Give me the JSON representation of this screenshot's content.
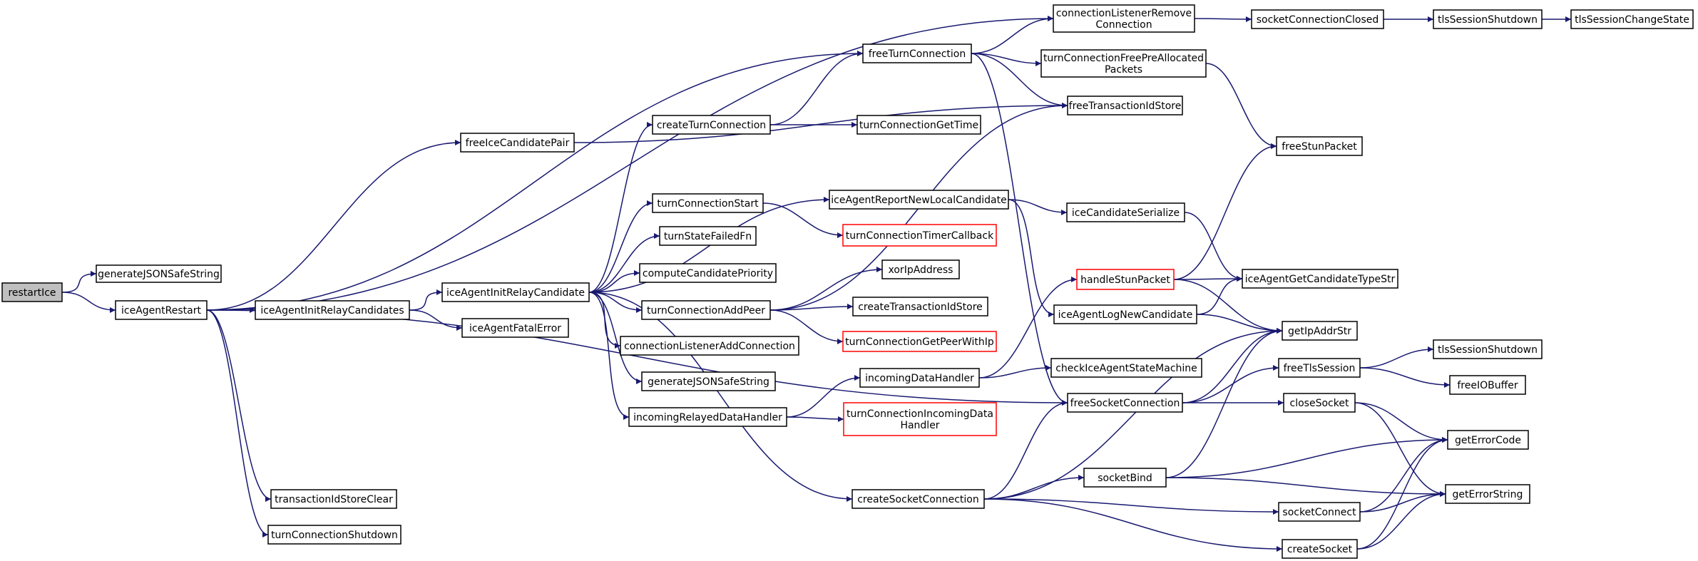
{
  "diagram": {
    "type": "call-graph",
    "edge_color": "#191970",
    "highlight_color": "#ff0000",
    "root_fill": "#bfbfbf",
    "nodes": [
      {
        "id": "restartIce",
        "lines": [
          "restartIce"
        ],
        "style": "root"
      },
      {
        "id": "generateJSONSafeString1",
        "lines": [
          "generateJSONSafeString"
        ],
        "style": "normal"
      },
      {
        "id": "iceAgentRestart",
        "lines": [
          "iceAgentRestart"
        ],
        "style": "normal"
      },
      {
        "id": "iceAgentInitRelayCandidates",
        "lines": [
          "iceAgentInitRelayCandidates"
        ],
        "style": "normal"
      },
      {
        "id": "freeIceCandidatePair",
        "lines": [
          "freeIceCandidatePair"
        ],
        "style": "normal"
      },
      {
        "id": "iceAgentInitRelayCandidate",
        "lines": [
          "iceAgentInitRelayCandidate"
        ],
        "style": "normal"
      },
      {
        "id": "iceAgentFatalError",
        "lines": [
          "iceAgentFatalError"
        ],
        "style": "normal"
      },
      {
        "id": "transactionIdStoreClear",
        "lines": [
          "transactionIdStoreClear"
        ],
        "style": "normal"
      },
      {
        "id": "turnConnectionShutdown",
        "lines": [
          "turnConnectionShutdown"
        ],
        "style": "normal"
      },
      {
        "id": "createTurnConnection",
        "lines": [
          "createTurnConnection"
        ],
        "style": "normal"
      },
      {
        "id": "turnConnectionStart",
        "lines": [
          "turnConnectionStart"
        ],
        "style": "normal"
      },
      {
        "id": "turnStateFailedFn",
        "lines": [
          "turnStateFailedFn"
        ],
        "style": "normal"
      },
      {
        "id": "computeCandidatePriority",
        "lines": [
          "computeCandidatePriority"
        ],
        "style": "normal"
      },
      {
        "id": "turnConnectionAddPeer",
        "lines": [
          "turnConnectionAddPeer"
        ],
        "style": "normal"
      },
      {
        "id": "connectionListenerAddConnection",
        "lines": [
          "connectionListenerAddConnection"
        ],
        "style": "normal"
      },
      {
        "id": "generateJSONSafeString2",
        "lines": [
          "generateJSONSafeString"
        ],
        "style": "normal"
      },
      {
        "id": "incomingRelayedDataHandler",
        "lines": [
          "incomingRelayedDataHandler"
        ],
        "style": "normal"
      },
      {
        "id": "freeTurnConnection",
        "lines": [
          "freeTurnConnection"
        ],
        "style": "normal"
      },
      {
        "id": "turnConnectionGetTime",
        "lines": [
          "turnConnectionGetTime"
        ],
        "style": "normal"
      },
      {
        "id": "iceAgentReportNewLocalCandidate",
        "lines": [
          "iceAgentReportNewLocalCandidate"
        ],
        "style": "normal"
      },
      {
        "id": "turnConnectionTimerCallback",
        "lines": [
          "turnConnectionTimerCallback"
        ],
        "style": "red"
      },
      {
        "id": "xorIpAddress",
        "lines": [
          "xorIpAddress"
        ],
        "style": "normal"
      },
      {
        "id": "createTransactionIdStore",
        "lines": [
          "createTransactionIdStore"
        ],
        "style": "normal"
      },
      {
        "id": "turnConnectionGetPeerWithIp",
        "lines": [
          "turnConnectionGetPeerWithIp"
        ],
        "style": "red"
      },
      {
        "id": "incomingDataHandler",
        "lines": [
          "incomingDataHandler"
        ],
        "style": "normal"
      },
      {
        "id": "turnConnectionIncomingDataHandler",
        "lines": [
          "turnConnectionIncomingData",
          "Handler"
        ],
        "style": "red"
      },
      {
        "id": "createSocketConnection",
        "lines": [
          "createSocketConnection"
        ],
        "style": "normal"
      },
      {
        "id": "connectionListenerRemoveConnection",
        "lines": [
          "connectionListenerRemove",
          "Connection"
        ],
        "style": "normal"
      },
      {
        "id": "turnConnectionFreePreAllocatedPackets",
        "lines": [
          "turnConnectionFreePreAllocated",
          "Packets"
        ],
        "style": "normal"
      },
      {
        "id": "freeTransactionIdStore",
        "lines": [
          "freeTransactionIdStore"
        ],
        "style": "normal"
      },
      {
        "id": "iceCandidateSerialize",
        "lines": [
          "iceCandidateSerialize"
        ],
        "style": "normal"
      },
      {
        "id": "handleStunPacket",
        "lines": [
          "handleStunPacket"
        ],
        "style": "red"
      },
      {
        "id": "iceAgentLogNewCandidate",
        "lines": [
          "iceAgentLogNewCandidate"
        ],
        "style": "normal"
      },
      {
        "id": "checkIceAgentStateMachine",
        "lines": [
          "checkIceAgentStateMachine"
        ],
        "style": "normal"
      },
      {
        "id": "freeSocketConnection",
        "lines": [
          "freeSocketConnection"
        ],
        "style": "normal"
      },
      {
        "id": "socketBind",
        "lines": [
          "socketBind"
        ],
        "style": "normal"
      },
      {
        "id": "socketConnectionClosed",
        "lines": [
          "socketConnectionClosed"
        ],
        "style": "normal"
      },
      {
        "id": "freeStunPacket",
        "lines": [
          "freeStunPacket"
        ],
        "style": "normal"
      },
      {
        "id": "iceAgentGetCandidateTypeStr",
        "lines": [
          "iceAgentGetCandidateTypeStr"
        ],
        "style": "normal"
      },
      {
        "id": "getIpAddrStr",
        "lines": [
          "getIpAddrStr"
        ],
        "style": "normal"
      },
      {
        "id": "freeTlsSession",
        "lines": [
          "freeTlsSession"
        ],
        "style": "normal"
      },
      {
        "id": "closeSocket",
        "lines": [
          "closeSocket"
        ],
        "style": "normal"
      },
      {
        "id": "socketConnect",
        "lines": [
          "socketConnect"
        ],
        "style": "normal"
      },
      {
        "id": "createSocket",
        "lines": [
          "createSocket"
        ],
        "style": "normal"
      },
      {
        "id": "tlsSessionShutdown1",
        "lines": [
          "tlsSessionShutdown"
        ],
        "style": "normal"
      },
      {
        "id": "tlsSessionShutdown2",
        "lines": [
          "tlsSessionShutdown"
        ],
        "style": "normal"
      },
      {
        "id": "freeIOBuffer",
        "lines": [
          "freeIOBuffer"
        ],
        "style": "normal"
      },
      {
        "id": "getErrorCode",
        "lines": [
          "getErrorCode"
        ],
        "style": "normal"
      },
      {
        "id": "getErrorString",
        "lines": [
          "getErrorString"
        ],
        "style": "normal"
      },
      {
        "id": "tlsSessionChangeState",
        "lines": [
          "tlsSessionChangeState"
        ],
        "style": "normal"
      }
    ],
    "edges": [
      [
        "restartIce",
        "generateJSONSafeString1"
      ],
      [
        "restartIce",
        "iceAgentRestart"
      ],
      [
        "iceAgentRestart",
        "connectionListenerRemoveConnection"
      ],
      [
        "iceAgentRestart",
        "freeTurnConnection"
      ],
      [
        "iceAgentRestart",
        "freeIceCandidatePair"
      ],
      [
        "iceAgentRestart",
        "iceAgentInitRelayCandidates"
      ],
      [
        "iceAgentRestart",
        "freeSocketConnection"
      ],
      [
        "iceAgentRestart",
        "transactionIdStoreClear"
      ],
      [
        "iceAgentRestart",
        "turnConnectionShutdown"
      ],
      [
        "iceAgentInitRelayCandidates",
        "iceAgentInitRelayCandidate"
      ],
      [
        "iceAgentInitRelayCandidates",
        "iceAgentFatalError"
      ],
      [
        "freeIceCandidatePair",
        "freeTransactionIdStore"
      ],
      [
        "iceAgentInitRelayCandidate",
        "createTurnConnection"
      ],
      [
        "iceAgentInitRelayCandidate",
        "iceAgentReportNewLocalCandidate"
      ],
      [
        "iceAgentInitRelayCandidate",
        "turnConnectionStart"
      ],
      [
        "iceAgentInitRelayCandidate",
        "turnStateFailedFn"
      ],
      [
        "iceAgentInitRelayCandidate",
        "computeCandidatePriority"
      ],
      [
        "iceAgentInitRelayCandidate",
        "turnConnectionAddPeer"
      ],
      [
        "iceAgentInitRelayCandidate",
        "connectionListenerAddConnection"
      ],
      [
        "iceAgentInitRelayCandidate",
        "generateJSONSafeString2"
      ],
      [
        "iceAgentInitRelayCandidate",
        "incomingRelayedDataHandler"
      ],
      [
        "iceAgentInitRelayCandidate",
        "createSocketConnection"
      ],
      [
        "createTurnConnection",
        "freeTurnConnection"
      ],
      [
        "createTurnConnection",
        "turnConnectionGetTime"
      ],
      [
        "turnConnectionStart",
        "turnConnectionTimerCallback"
      ],
      [
        "turnConnectionAddPeer",
        "xorIpAddress"
      ],
      [
        "turnConnectionAddPeer",
        "createTransactionIdStore"
      ],
      [
        "turnConnectionAddPeer",
        "turnConnectionGetPeerWithIp"
      ],
      [
        "turnConnectionAddPeer",
        "freeTransactionIdStore"
      ],
      [
        "incomingRelayedDataHandler",
        "incomingDataHandler"
      ],
      [
        "incomingRelayedDataHandler",
        "turnConnectionIncomingDataHandler"
      ],
      [
        "freeTurnConnection",
        "connectionListenerRemoveConnection"
      ],
      [
        "freeTurnConnection",
        "turnConnectionFreePreAllocatedPackets"
      ],
      [
        "freeTurnConnection",
        "freeTransactionIdStore"
      ],
      [
        "freeTurnConnection",
        "freeSocketConnection"
      ],
      [
        "iceAgentReportNewLocalCandidate",
        "iceCandidateSerialize"
      ],
      [
        "iceAgentReportNewLocalCandidate",
        "iceAgentLogNewCandidate"
      ],
      [
        "incomingDataHandler",
        "handleStunPacket"
      ],
      [
        "incomingDataHandler",
        "checkIceAgentStateMachine"
      ],
      [
        "createSocketConnection",
        "freeSocketConnection"
      ],
      [
        "createSocketConnection",
        "getIpAddrStr"
      ],
      [
        "createSocketConnection",
        "socketBind"
      ],
      [
        "createSocketConnection",
        "socketConnect"
      ],
      [
        "createSocketConnection",
        "createSocket"
      ],
      [
        "connectionListenerRemoveConnection",
        "socketConnectionClosed"
      ],
      [
        "socketConnectionClosed",
        "tlsSessionShutdown1"
      ],
      [
        "tlsSessionShutdown1",
        "tlsSessionChangeState"
      ],
      [
        "turnConnectionFreePreAllocatedPackets",
        "freeStunPacket"
      ],
      [
        "iceCandidateSerialize",
        "iceAgentGetCandidateTypeStr"
      ],
      [
        "handleStunPacket",
        "freeStunPacket"
      ],
      [
        "handleStunPacket",
        "iceAgentGetCandidateTypeStr"
      ],
      [
        "handleStunPacket",
        "getIpAddrStr"
      ],
      [
        "iceAgentLogNewCandidate",
        "iceAgentGetCandidateTypeStr"
      ],
      [
        "iceAgentLogNewCandidate",
        "getIpAddrStr"
      ],
      [
        "freeSocketConnection",
        "getIpAddrStr"
      ],
      [
        "freeSocketConnection",
        "freeTlsSession"
      ],
      [
        "freeSocketConnection",
        "closeSocket"
      ],
      [
        "freeTlsSession",
        "tlsSessionShutdown2"
      ],
      [
        "freeTlsSession",
        "freeIOBuffer"
      ],
      [
        "closeSocket",
        "getErrorCode"
      ],
      [
        "closeSocket",
        "getErrorString"
      ],
      [
        "socketBind",
        "getIpAddrStr"
      ],
      [
        "socketBind",
        "getErrorCode"
      ],
      [
        "socketBind",
        "getErrorString"
      ],
      [
        "socketConnect",
        "getErrorCode"
      ],
      [
        "socketConnect",
        "getErrorString"
      ],
      [
        "createSocket",
        "getErrorCode"
      ],
      [
        "createSocket",
        "getErrorString"
      ]
    ]
  }
}
